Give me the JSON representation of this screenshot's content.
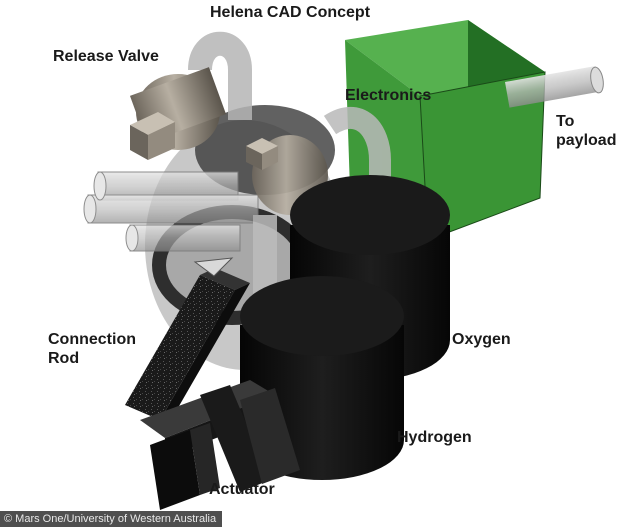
{
  "title": "Helena CAD Concept",
  "labels": {
    "release_valve": "Release Valve",
    "electronics": "Electronics",
    "to_payload_line1": "To",
    "to_payload_line2": "payload",
    "connection_line1": "Connection",
    "connection_line2": "Rod",
    "oxygen": "Oxygen",
    "hydrogen": "Hydrogen",
    "actuator": "Actuator"
  },
  "credit": "© Mars One/University of Western Australia",
  "colors": {
    "electronics_green": "#3f9a3a",
    "tank_black": "#111111",
    "valve_grey": "#8a8378",
    "tube_grey": "#c9c9c9"
  }
}
